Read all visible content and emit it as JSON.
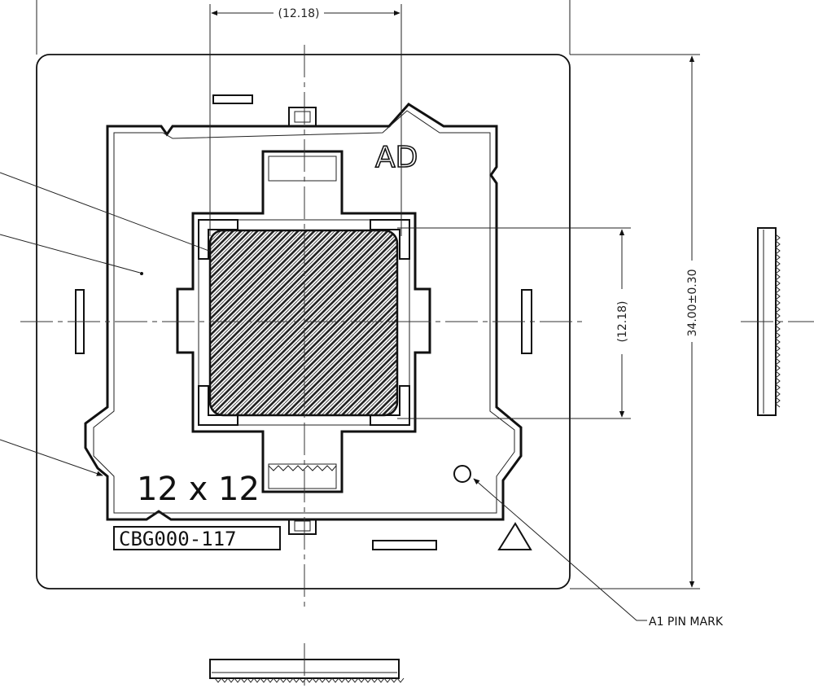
{
  "drawing": {
    "top_dimension": "(12.18)",
    "right_dimension_inner": "(12.18)",
    "right_dimension_outer": "34.00±0.30",
    "marking_ad": "AD",
    "marking_size": "12 x 12",
    "part_number": "CBG000-117",
    "a1_pin_callout": "A1 PIN MARK"
  }
}
